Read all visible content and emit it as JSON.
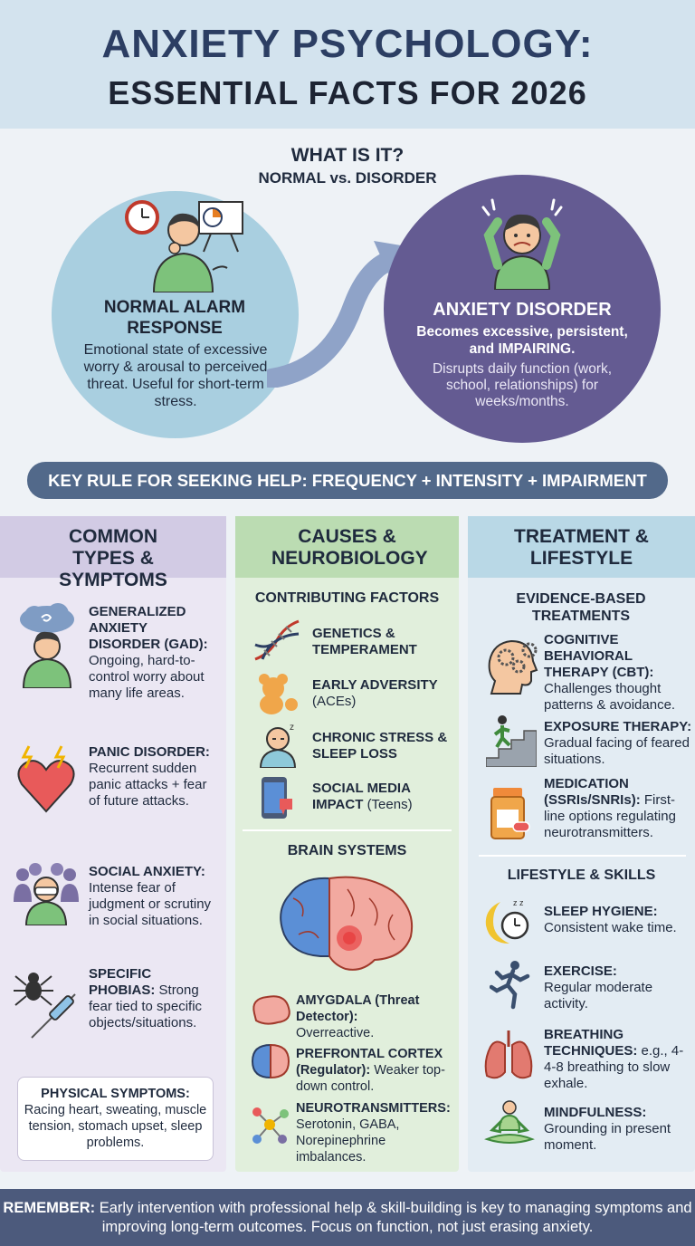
{
  "title_line1": "ANXIETY PSYCHOLOGY:",
  "title_line2": "ESSENTIAL FACTS FOR 2026",
  "what_is": {
    "heading": "WHAT IS IT?",
    "subheading": "NORMAL vs. DISORDER",
    "normal": {
      "title": "NORMAL ALARM RESPONSE",
      "text": "Emotional state of excessive worry & arousal to perceived threat. Useful for short-term stress."
    },
    "disorder": {
      "title": "ANXIETY DISORDER",
      "emphasis": "Becomes excessive, persistent, and IMPAIRING.",
      "text": "Disrupts daily function (work, school, relationships) for weeks/months."
    }
  },
  "key_rule": "KEY RULE FOR SEEKING HELP: FREQUENCY + INTENSITY + IMPAIRMENT",
  "types": {
    "heading": "COMMON TYPES & SYMPTOMS",
    "items": [
      {
        "title": "GENERALIZED ANXIETY DISORDER (GAD):",
        "text": "Ongoing, hard-to-control worry about many life areas.",
        "icon": "worried-person-icon"
      },
      {
        "title": "PANIC DISORDER:",
        "text": "Recurrent sudden panic attacks + fear of future attacks.",
        "icon": "broken-heart-icon"
      },
      {
        "title": "SOCIAL ANXIETY:",
        "text": "Intense fear of judgment or scrutiny in social situations.",
        "icon": "crowd-icon"
      },
      {
        "title": "SPECIFIC PHOBIAS:",
        "text": "Strong fear tied to specific objects/situations.",
        "icon": "spider-syringe-icon"
      }
    ],
    "physical_title": "PHYSICAL SYMPTOMS:",
    "physical_text": "Racing heart, sweating, muscle tension, stomach upset, sleep problems."
  },
  "causes": {
    "heading": "CAUSES & NEUROBIOLOGY",
    "factors_heading": "CONTRIBUTING FACTORS",
    "factors": [
      {
        "title": "GENETICS & TEMPERAMENT",
        "note": "",
        "icon": "dna-icon"
      },
      {
        "title": "EARLY ADVERSITY",
        "note": "(ACEs)",
        "icon": "broken-teddy-icon"
      },
      {
        "title": "CHRONIC STRESS & SLEEP LOSS",
        "note": "",
        "icon": "tired-person-icon"
      },
      {
        "title": "SOCIAL MEDIA IMPACT",
        "note": "(Teens)",
        "icon": "phone-icon"
      }
    ],
    "brain_heading": "BRAIN SYSTEMS",
    "systems": [
      {
        "title": "AMYGDALA (Threat Detector):",
        "text": "Overreactive.",
        "icon": "brain-small-icon"
      },
      {
        "title": "PREFRONTAL CORTEX (Regulator):",
        "text": "Weaker top-down control.",
        "icon": "brain-lobes-icon"
      },
      {
        "title": "NEUROTRANSMITTERS:",
        "text": "Serotonin, GABA, Norepinephrine imbalances.",
        "icon": "molecule-icon"
      }
    ]
  },
  "treatment": {
    "heading": "TREATMENT & LIFESTYLE",
    "evidence_heading": "EVIDENCE-BASED TREATMENTS",
    "treatments": [
      {
        "title": "COGNITIVE BEHAVIORAL THERAPY (CBT):",
        "text": "Challenges thought patterns & avoidance.",
        "icon": "head-gears-icon"
      },
      {
        "title": "EXPOSURE THERAPY:",
        "text": "Gradual facing of feared situations.",
        "icon": "stairs-icon"
      },
      {
        "title": "MEDICATION (SSRIs/SNRIs):",
        "text": "First-line options regulating neurotransmitters.",
        "icon": "pill-bottle-icon"
      }
    ],
    "lifestyle_heading": "LIFESTYLE & SKILLS",
    "lifestyle": [
      {
        "title": "SLEEP HYGIENE:",
        "text": "Consistent wake time.",
        "icon": "moon-clock-icon"
      },
      {
        "title": "EXERCISE:",
        "text": "Regular moderate activity.",
        "icon": "runner-icon"
      },
      {
        "title": "BREATHING TECHNIQUES:",
        "text": "e.g., 4-4-8 breathing to slow exhale.",
        "icon": "lungs-icon"
      },
      {
        "title": "MINDFULNESS:",
        "text": "Grounding in present moment.",
        "icon": "meditation-icon"
      }
    ]
  },
  "footer": {
    "label": "REMEMBER:",
    "text": "Early intervention with professional help & skill-building is key to managing symptoms and improving long-term outcomes. Focus on function, not just erasing anxiety."
  }
}
